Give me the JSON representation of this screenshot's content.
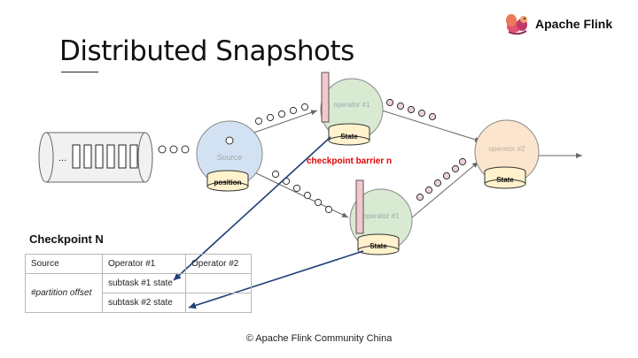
{
  "slide": {
    "title": "Distributed Snapshots",
    "footer": "© Apache Flink Community China"
  },
  "logo": {
    "text": "Apache Flink",
    "icon": "flink-squirrel-icon"
  },
  "diagram": {
    "queue_label": "...",
    "source_label": "Source",
    "position_label": "position",
    "operator1_label": "operator #1",
    "operator2_label": "operator #2",
    "state_label": "State",
    "barrier_label": "checkpoint barrier n",
    "colors": {
      "source": "#d3e2f3",
      "operator1": "#d9ead3",
      "operator2": "#fce5cd",
      "state": "#fff2cc",
      "barrier": "#f4c7cc",
      "record_pink": "#ead1dc",
      "navy": "#1f3f78",
      "red": "#e00000"
    }
  },
  "checkpoint": {
    "title": "Checkpoint N",
    "headers": [
      "Source",
      "Operator #1",
      "Operator #2"
    ],
    "row_label": "#partition offset",
    "row1_op1": "subtask #1 state",
    "row2_op1": "subtask #2 state"
  }
}
